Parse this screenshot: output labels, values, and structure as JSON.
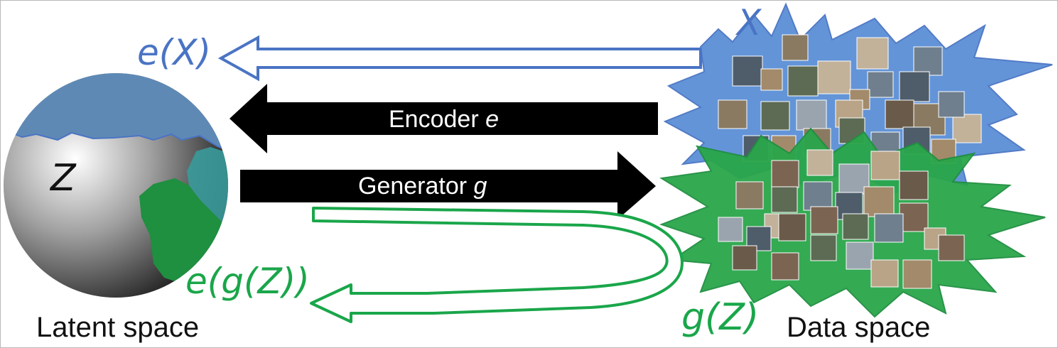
{
  "labels": {
    "e_of_x": "e(X)",
    "x": "X",
    "z": "Z",
    "e_of_g_of_z": "e(g(Z))",
    "g_of_z": "g(Z)",
    "latent_space": "Latent space",
    "data_space": "Data space"
  },
  "arrows": {
    "encoder_text": "Encoder ",
    "encoder_var": "e",
    "generator_text": "Generator ",
    "generator_var": "g"
  },
  "colors": {
    "blue": "#4a74c4",
    "green": "#1aa64a",
    "black": "#000000"
  }
}
